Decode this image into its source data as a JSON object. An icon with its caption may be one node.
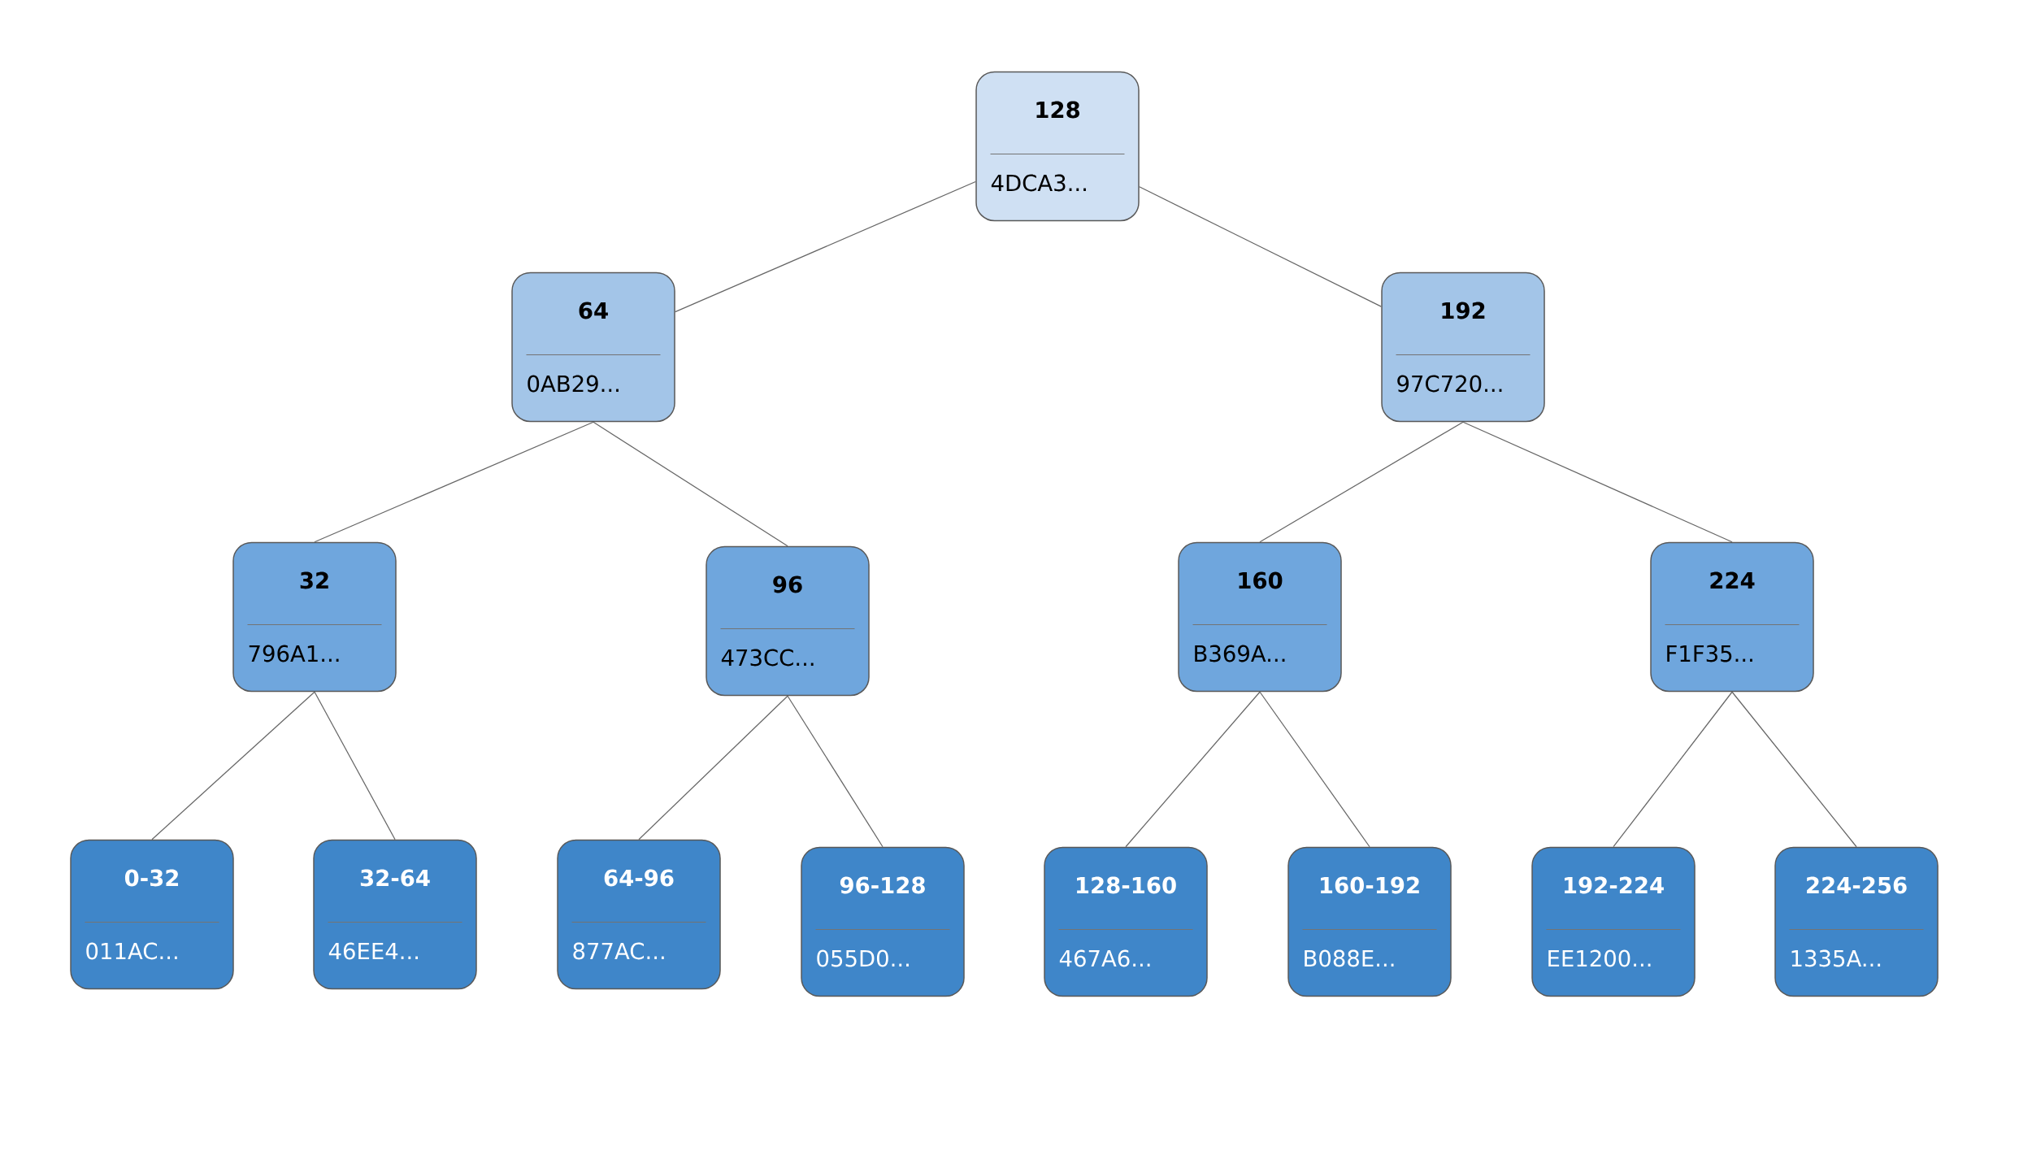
{
  "diagram": {
    "nodes": [
      {
        "text": [
          "128",
          "4DCA3..."
        ]
      },
      {
        "text": [
          "64",
          "0AB29..."
        ]
      },
      {
        "text": [
          "192",
          "97C720..."
        ]
      },
      {
        "text": [
          "32",
          "796A1..."
        ]
      },
      {
        "text": [
          "96",
          "473CC..."
        ]
      },
      {
        "text": [
          "160",
          "B369A..."
        ]
      },
      {
        "text": [
          "224",
          "F1F35..."
        ]
      },
      {
        "text": [
          "0-32",
          "011AC..."
        ]
      },
      {
        "text": [
          "32-64",
          "46EE4..."
        ]
      },
      {
        "text": [
          "64-96",
          "877AC..."
        ]
      },
      {
        "text": [
          "96-128",
          "055D0..."
        ]
      },
      {
        "text": [
          "128-160",
          "467A6..."
        ]
      },
      {
        "text": [
          "160-192",
          "B088E..."
        ]
      },
      {
        "text": [
          "192-224",
          "EE1200..."
        ]
      },
      {
        "text": [
          "224-256",
          "1335A..."
        ]
      }
    ],
    "edges": [
      {
        "from": 0,
        "to": 1,
        "arrow": "none"
      },
      {
        "from": 0,
        "to": 2,
        "arrow": "none"
      },
      {
        "from": 1,
        "to": 3,
        "arrow": "none"
      },
      {
        "from": 1,
        "to": 4,
        "arrow": "none"
      },
      {
        "from": 2,
        "to": 5,
        "arrow": "none"
      },
      {
        "from": 2,
        "to": 6,
        "arrow": "none"
      },
      {
        "from": 3,
        "to": 7,
        "arrow": "none"
      },
      {
        "from": 3,
        "to": 8,
        "arrow": "none"
      },
      {
        "from": 4,
        "to": 9,
        "arrow": "none"
      },
      {
        "from": 4,
        "to": 10,
        "arrow": "none"
      },
      {
        "from": 5,
        "to": 11,
        "arrow": "none"
      },
      {
        "from": 5,
        "to": 12,
        "arrow": "none"
      },
      {
        "from": 6,
        "to": 13,
        "arrow": "none"
      },
      {
        "from": 6,
        "to": 14,
        "arrow": "none"
      }
    ]
  }
}
